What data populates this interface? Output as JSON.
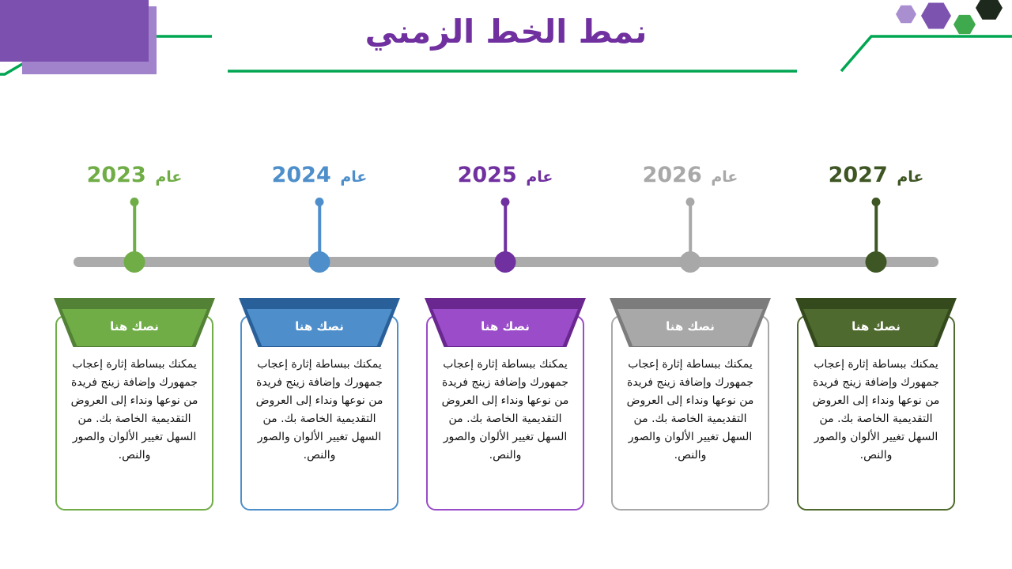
{
  "slide": {
    "title": "نمط الخط الزمني",
    "colors": {
      "title_purple": "#7030A0",
      "line_green": "#00A651",
      "timeline_bar": "#ABABAB"
    }
  },
  "decor": {
    "corner_rects": [
      {
        "name": "light-purple-rect",
        "color": "#A183CC"
      },
      {
        "name": "dark-purple-rect",
        "color": "#7C50AF"
      }
    ],
    "hexagons": [
      {
        "name": "small-light-purple-hexagon",
        "color": "#A98FD0"
      },
      {
        "name": "large-purple-hexagon",
        "color": "#7D53B0"
      },
      {
        "name": "green-hexagon",
        "color": "#3FA94D"
      },
      {
        "name": "dark-hexagon",
        "color": "#1C291C"
      }
    ]
  },
  "timeline": {
    "columns": [
      {
        "year_prefix": "عام",
        "year": "2023",
        "header": "نصك هنا",
        "body": "يمكنك ببساطة إثارة إعجاب جمهورك وإضافة زينج فريدة من نوعها ونداء إلى العروض التقديمية الخاصة بك. من السهل تغيير الألوان والصور والنص.",
        "colors": {
          "main": "#70AD47",
          "dark": "#538135",
          "node": "#70AD47"
        }
      },
      {
        "year_prefix": "عام",
        "year": "2024",
        "header": "نصك هنا",
        "body": "يمكنك ببساطة إثارة إعجاب جمهورك وإضافة زينج فريدة من نوعها ونداء إلى العروض التقديمية الخاصة بك. من السهل تغيير الألوان والصور والنص.",
        "colors": {
          "main": "#4E8FCB",
          "dark": "#2A6099",
          "node": "#4E8FCB"
        }
      },
      {
        "year_prefix": "عام",
        "year": "2025",
        "header": "نصك هنا",
        "body": "يمكنك ببساطة إثارة إعجاب جمهورك وإضافة زينج فريدة من نوعها ونداء إلى العروض التقديمية الخاصة بك. من السهل تغيير الألوان والصور والنص.",
        "colors": {
          "main": "#9A4CC9",
          "dark": "#69278F",
          "node": "#7030A0"
        }
      },
      {
        "year_prefix": "عام",
        "year": "2026",
        "header": "نصك هنا",
        "body": "يمكنك ببساطة إثارة إعجاب جمهورك وإضافة زينج فريدة من نوعها ونداء إلى العروض التقديمية الخاصة بك. من السهل تغيير الألوان والصور والنص.",
        "colors": {
          "main": "#A8A8A8",
          "dark": "#7C7C7C",
          "node": "#A8A8A8"
        }
      },
      {
        "year_prefix": "عام",
        "year": "2027",
        "header": "نصك هنا",
        "body": "يمكنك ببساطة إثارة إعجاب جمهورك وإضافة زينج فريدة من نوعها ونداء إلى العروض التقديمية الخاصة بك. من السهل تغيير الألوان والصور والنص.",
        "colors": {
          "main": "#4F6A2E",
          "dark": "#344A1D",
          "node": "#3E5623"
        }
      }
    ]
  }
}
